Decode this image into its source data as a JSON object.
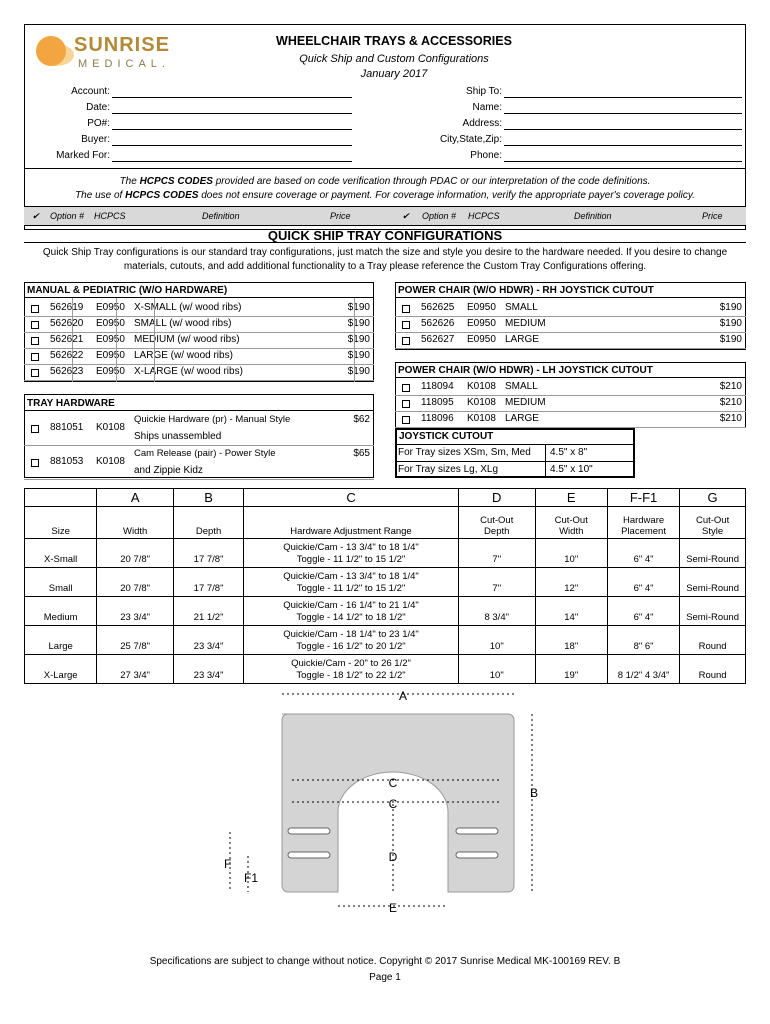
{
  "logo": {
    "word": "SUNRISE",
    "sub": "MEDICAL."
  },
  "header": {
    "title": "WHEELCHAIR TRAYS & ACCESSORIES",
    "subtitle": "Quick Ship and Custom Configurations",
    "date": "January 2017"
  },
  "fields_left": [
    "Account:",
    "Date:",
    "PO#:",
    "Buyer:",
    "Marked For:"
  ],
  "fields_right": [
    "Ship To:",
    "Name:",
    "Address:",
    "City,State,Zip:",
    "Phone:"
  ],
  "notice": {
    "line1_pre": "The ",
    "line1_bold": "HCPCS CODES",
    "line1_post": " provided are based on code verification through PDAC or our interpretation of the code definitions.",
    "line2_pre": "The use of ",
    "line2_bold": "HCPCS CODES",
    "line2_post": " does not ensure coverage or payment. For coverage information, verify the appropriate payer's coverage policy."
  },
  "column_header": {
    "check": "✔",
    "option": "Option #",
    "hcpcs": "HCPCS",
    "definition": "Definition",
    "price": "Price"
  },
  "quick": {
    "title": "QUICK SHIP TRAY CONFIGURATIONS",
    "intro1": "Quick Ship Tray configurations is our standard tray configurations, just match the size and style you desire to the hardware needed.  If you desire to change",
    "intro2": "materials, cutouts, and add additional functionality to a Tray please reference the Custom Tray Configurations offering."
  },
  "manual": {
    "title": "MANUAL & PEDIATRIC  (W/O HARDWARE)",
    "items": [
      {
        "opt": "562619",
        "code": "E0950",
        "def": "X-SMALL (w/ wood ribs)",
        "price": "$190"
      },
      {
        "opt": "562620",
        "code": "E0950",
        "def": "SMALL   (w/ wood ribs)",
        "price": "$190"
      },
      {
        "opt": "562621",
        "code": "E0950",
        "def": "MEDIUM  (w/ wood ribs)",
        "price": "$190"
      },
      {
        "opt": "562622",
        "code": "E0950",
        "def": "LARGE  (w/ wood ribs)",
        "price": "$190"
      },
      {
        "opt": "562623",
        "code": "E0950",
        "def": "X-LARGE  (w/ wood ribs)",
        "price": "$190"
      }
    ]
  },
  "hardware": {
    "title": "TRAY HARDWARE",
    "items": [
      {
        "opt": "881051",
        "code": "K0108",
        "def1": "Quickie Hardware (pr) - Manual Style",
        "def2": "Ships unassembled",
        "price": "$62"
      },
      {
        "opt": "881053",
        "code": "K0108",
        "def1": "Cam Release (pair) - Power Style",
        "def2": "and Zippie Kidz",
        "price": "$65"
      }
    ]
  },
  "power_rh": {
    "title": "POWER CHAIR (W/O HDWR) - RH JOYSTICK CUTOUT",
    "items": [
      {
        "opt": "562625",
        "code": "E0950",
        "def": "SMALL",
        "price": "$190"
      },
      {
        "opt": "562626",
        "code": "E0950",
        "def": "MEDIUM",
        "price": "$190"
      },
      {
        "opt": "562627",
        "code": "E0950",
        "def": "LARGE",
        "price": "$190"
      }
    ]
  },
  "power_lh": {
    "title": "POWER CHAIR (W/O HDWR) - LH JOYSTICK CUTOUT",
    "items": [
      {
        "opt": "118094",
        "code": "K0108",
        "def": "SMALL",
        "price": "$210"
      },
      {
        "opt": "118095",
        "code": "K0108",
        "def": "MEDIUM",
        "price": "$210"
      },
      {
        "opt": "118096",
        "code": "K0108",
        "def": "LARGE",
        "price": "$210"
      }
    ]
  },
  "joystick": {
    "title": "JOYSTICK CUTOUT",
    "rows": [
      {
        "label": "For Tray sizes  XSm, Sm, Med",
        "value": "4.5\" x 8\""
      },
      {
        "label": "For Tray sizes Lg, XLg",
        "value": "4.5\" x 10\""
      }
    ]
  },
  "spec": {
    "letters": [
      "",
      "A",
      "B",
      "C",
      "D",
      "E",
      "F-F1",
      "G"
    ],
    "headers": [
      "Size",
      "Width",
      "Depth",
      "Hardware Adjustment Range",
      "Cut-Out\nDepth",
      "Cut-Out\nWidth",
      "Hardware\nPlacement",
      "Cut-Out\nStyle"
    ],
    "rows": [
      [
        "X-Small",
        "20 7/8\"",
        "17 7/8\"",
        "Quickie/Cam - 13 3/4\" to 18 1/4\"\nToggle - 11 1/2\" to 15 1/2\"",
        "7\"",
        "10\"",
        "6\"  4\"",
        "Semi-Round"
      ],
      [
        "Small",
        "20 7/8\"",
        "17 7/8\"",
        "Quickie/Cam - 13 3/4\" to 18 1/4\"\nToggle - 11 1/2\" to 15 1/2\"",
        "7\"",
        "12\"",
        "6\"  4\"",
        "Semi-Round"
      ],
      [
        "Medium",
        "23 3/4\"",
        "21 1/2\"",
        "Quickie/Cam - 16 1/4\" to 21 1/4\"\nToggle - 14 1/2\" to 18 1/2\"",
        "8 3/4\"",
        "14\"",
        "6\"  4\"",
        "Semi-Round"
      ],
      [
        "Large",
        "25 7/8\"",
        "23 3/4\"",
        "Quickie/Cam - 18 1/4\" to 23 1/4\"\nToggle - 16 1/2\" to 20 1/2\"",
        "10\"",
        "18\"",
        "8\"  6\"",
        "Round"
      ],
      [
        "X-Large",
        "27 3/4\"",
        "23 3/4\"",
        "Quickie/Cam - 20\" to 26 1/2\"\nToggle - 18 1/2\" to 22 1/2\"",
        "10\"",
        "19\"",
        "8 1/2\"  4 3/4\"",
        "Round"
      ]
    ]
  },
  "diagram": {
    "A": "A",
    "B": "B",
    "C1": "C",
    "C2": "C",
    "D": "D",
    "E": "E",
    "F": "F",
    "F1": "F1"
  },
  "footer": {
    "text": "Specifications are subject to change without notice.  Copyright © 2017 Sunrise Medical MK-100169  REV. B",
    "page": "Page 1"
  }
}
